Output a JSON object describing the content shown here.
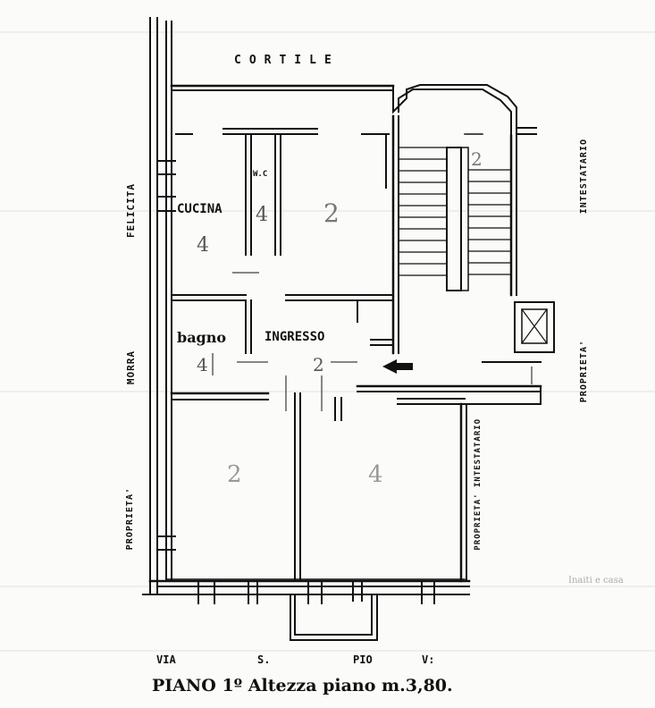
{
  "labels": {
    "cortile": "CORTILE",
    "cucina": "CUCINA",
    "wc": "W.C",
    "bagno": "bagno",
    "ingresso": "INGRESSO",
    "felicita": "FELICITA",
    "morra": "MORRA",
    "proprieta_left": "PROPRIETA'",
    "intestatario_right": "INTESTATARIO",
    "proprieta_right": "PROPRIETA'",
    "proprieta_intestatario_mid": "PROPRIETA' INTESTATARIO",
    "via": "VIA",
    "s": "S.",
    "pio": "PIO",
    "v": "V:"
  },
  "room_marks": {
    "cucina_num": "4",
    "wc_num": "4",
    "room_upper_mid": "2",
    "bagno_num": "4",
    "ingresso_num": "2",
    "room_lower_left": "2",
    "room_lower_right": "4",
    "stair_num": "2"
  },
  "footer": {
    "caption": "PIANO 1º Altezza piano m.3,80."
  },
  "margin_note": "Inaiti e casa"
}
